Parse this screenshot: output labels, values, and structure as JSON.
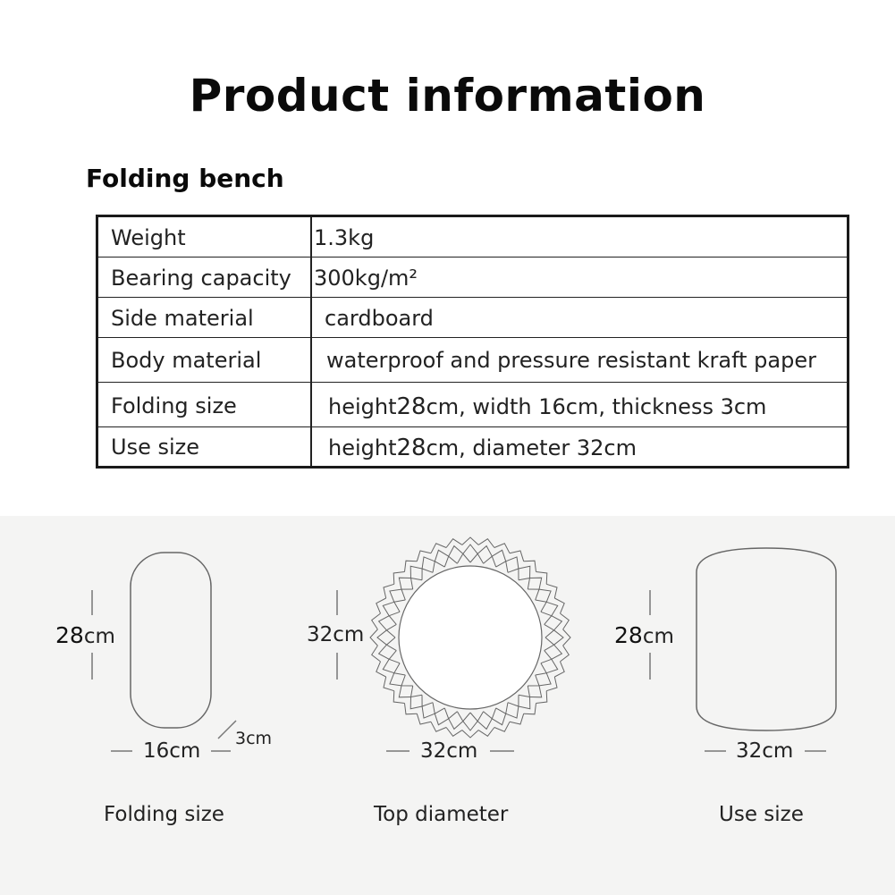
{
  "title": "Product information",
  "subtitle": "Folding bench",
  "specs": [
    {
      "label": "Weight",
      "value": "1.3kg"
    },
    {
      "label": "Bearing capacity",
      "value": "300kg/m²"
    },
    {
      "label": "Side material",
      "value": "cardboard"
    },
    {
      "label": "Body material",
      "value": "waterproof and pressure resistant kraft paper"
    },
    {
      "label": "Folding size",
      "value_prefix": "height",
      "value_num": "28",
      "value_rest": "cm, width 16cm, thickness 3cm"
    },
    {
      "label": "Use size",
      "value_prefix": "height",
      "value_num": "28",
      "value_rest": "cm, diameter 32cm"
    }
  ],
  "diagrams": {
    "folding": {
      "height_num": "28",
      "height_unit": "cm",
      "width": "16cm",
      "thickness": "3cm",
      "caption": "Folding size"
    },
    "top": {
      "height": "32cm",
      "width": "32cm",
      "caption": "Top diameter"
    },
    "use": {
      "height_num": "28",
      "height_unit": "cm",
      "width": "32cm",
      "caption": "Use size"
    }
  },
  "colors": {
    "panel_bg": "#f4f4f3",
    "outline": "#555555",
    "text": "#111111"
  }
}
